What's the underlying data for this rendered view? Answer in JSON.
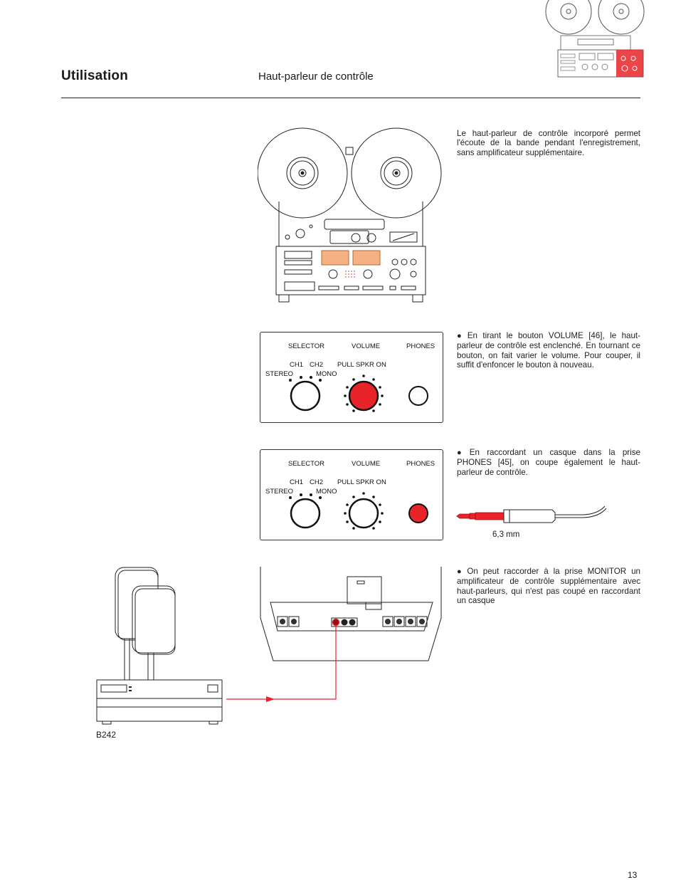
{
  "header": {
    "title": "Utilisation",
    "subtitle": "Haut-parleur de contrôle"
  },
  "paragraphs": {
    "intro": "Le haut-parleur de contrôle incorporé permet l'écoute de la bande pendant l'enregistrement, sans amplificateur supplémentaire.",
    "volume": "En tirant le bouton VOLUME [46], le haut-parleur de contrôle est enclenché. En tournant ce bouton, on fait varier le volume. Pour couper, il suffit d'enfoncer le bouton à nouveau.",
    "phones": "En raccordant un casque dans la prise PHONES [45], on coupe également le haut-parleur de contrôle.",
    "monitor": "On peut raccorder à la prise MONITOR un amplificateur de contrôle supplémentaire avec haut-parleurs, qui n'est pas coupé en raccordant un casque"
  },
  "panel_labels": {
    "selector": "SELECTOR",
    "volume": "VOLUME",
    "phones": "PHONES",
    "ch1": "CH1",
    "ch2": "CH2",
    "stereo": "STEREO",
    "mono": "MONO",
    "pull": "PULL SPKR ON"
  },
  "jack_size": "6,3 mm",
  "amp_model": "B242",
  "page_number": "13",
  "colors": {
    "accent": "#e8242a",
    "line": "#222222",
    "vu": "#f4b183"
  }
}
